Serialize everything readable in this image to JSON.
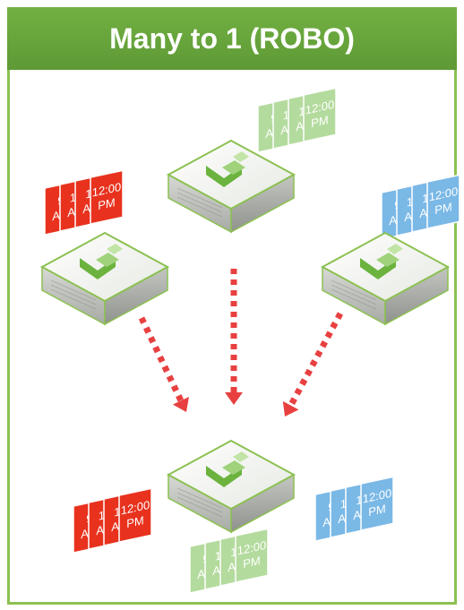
{
  "title": "Many to 1 (ROBO)",
  "snapshot_labels": [
    "9",
    "10",
    "11",
    "12:00"
  ],
  "snapshot_suffix_am": "AM",
  "snapshot_suffix_pm": "PM",
  "colors": {
    "accent_green": "#8cc151",
    "header_green": "#68a73d",
    "snapshot_red": "#e8321e",
    "snapshot_blue": "#7ab8e6",
    "snapshot_green": "#9ccf7e",
    "arrow_red": "#e84040",
    "appliance_top": "#f4f6f2",
    "appliance_side": "#b9bcb7"
  },
  "icons": [
    "server-appliance-icon",
    "snapshot-stack-icon",
    "dashed-arrow-icon"
  ]
}
